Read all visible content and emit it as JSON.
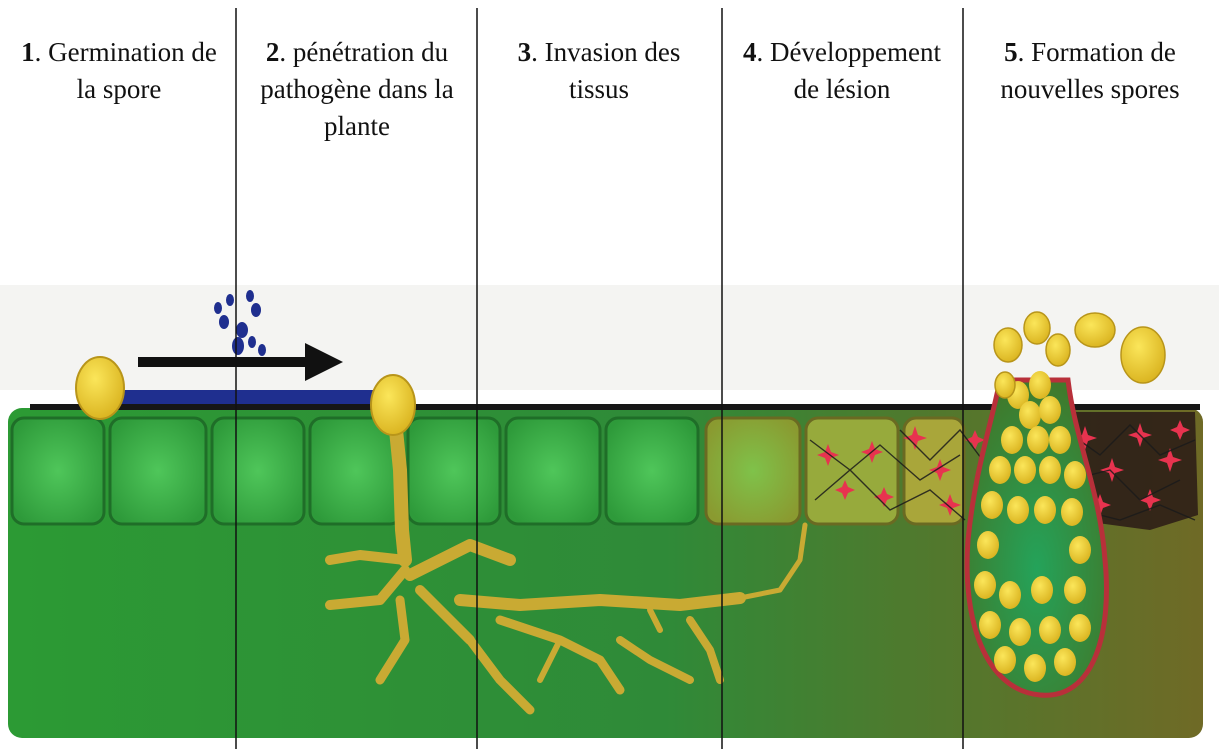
{
  "stages": [
    {
      "number": "1",
      "text": ". Germination de",
      "line2": "la spore",
      "line3": ""
    },
    {
      "number": "2",
      "text": ". pénétration du",
      "line2": "pathogène dans la",
      "line3": "plante"
    },
    {
      "number": "3",
      "text": ". Invasion des",
      "line2": "tissus",
      "line3": ""
    },
    {
      "number": "4",
      "text": ". Développement",
      "line2": "de lésion",
      "line3": ""
    },
    {
      "number": "5",
      "text": ". Formation de",
      "line2": "nouvelles spores",
      "line3": ""
    }
  ],
  "colors": {
    "tissue_green": "#2f9a36",
    "cell_green": "#3bb54a",
    "spore_yellow": "#e7c62a",
    "hypha_gold": "#c9aa33",
    "water_blue": "#1f2f8f",
    "lesion_red": "#e8334f",
    "cuticle_black": "#111111"
  }
}
